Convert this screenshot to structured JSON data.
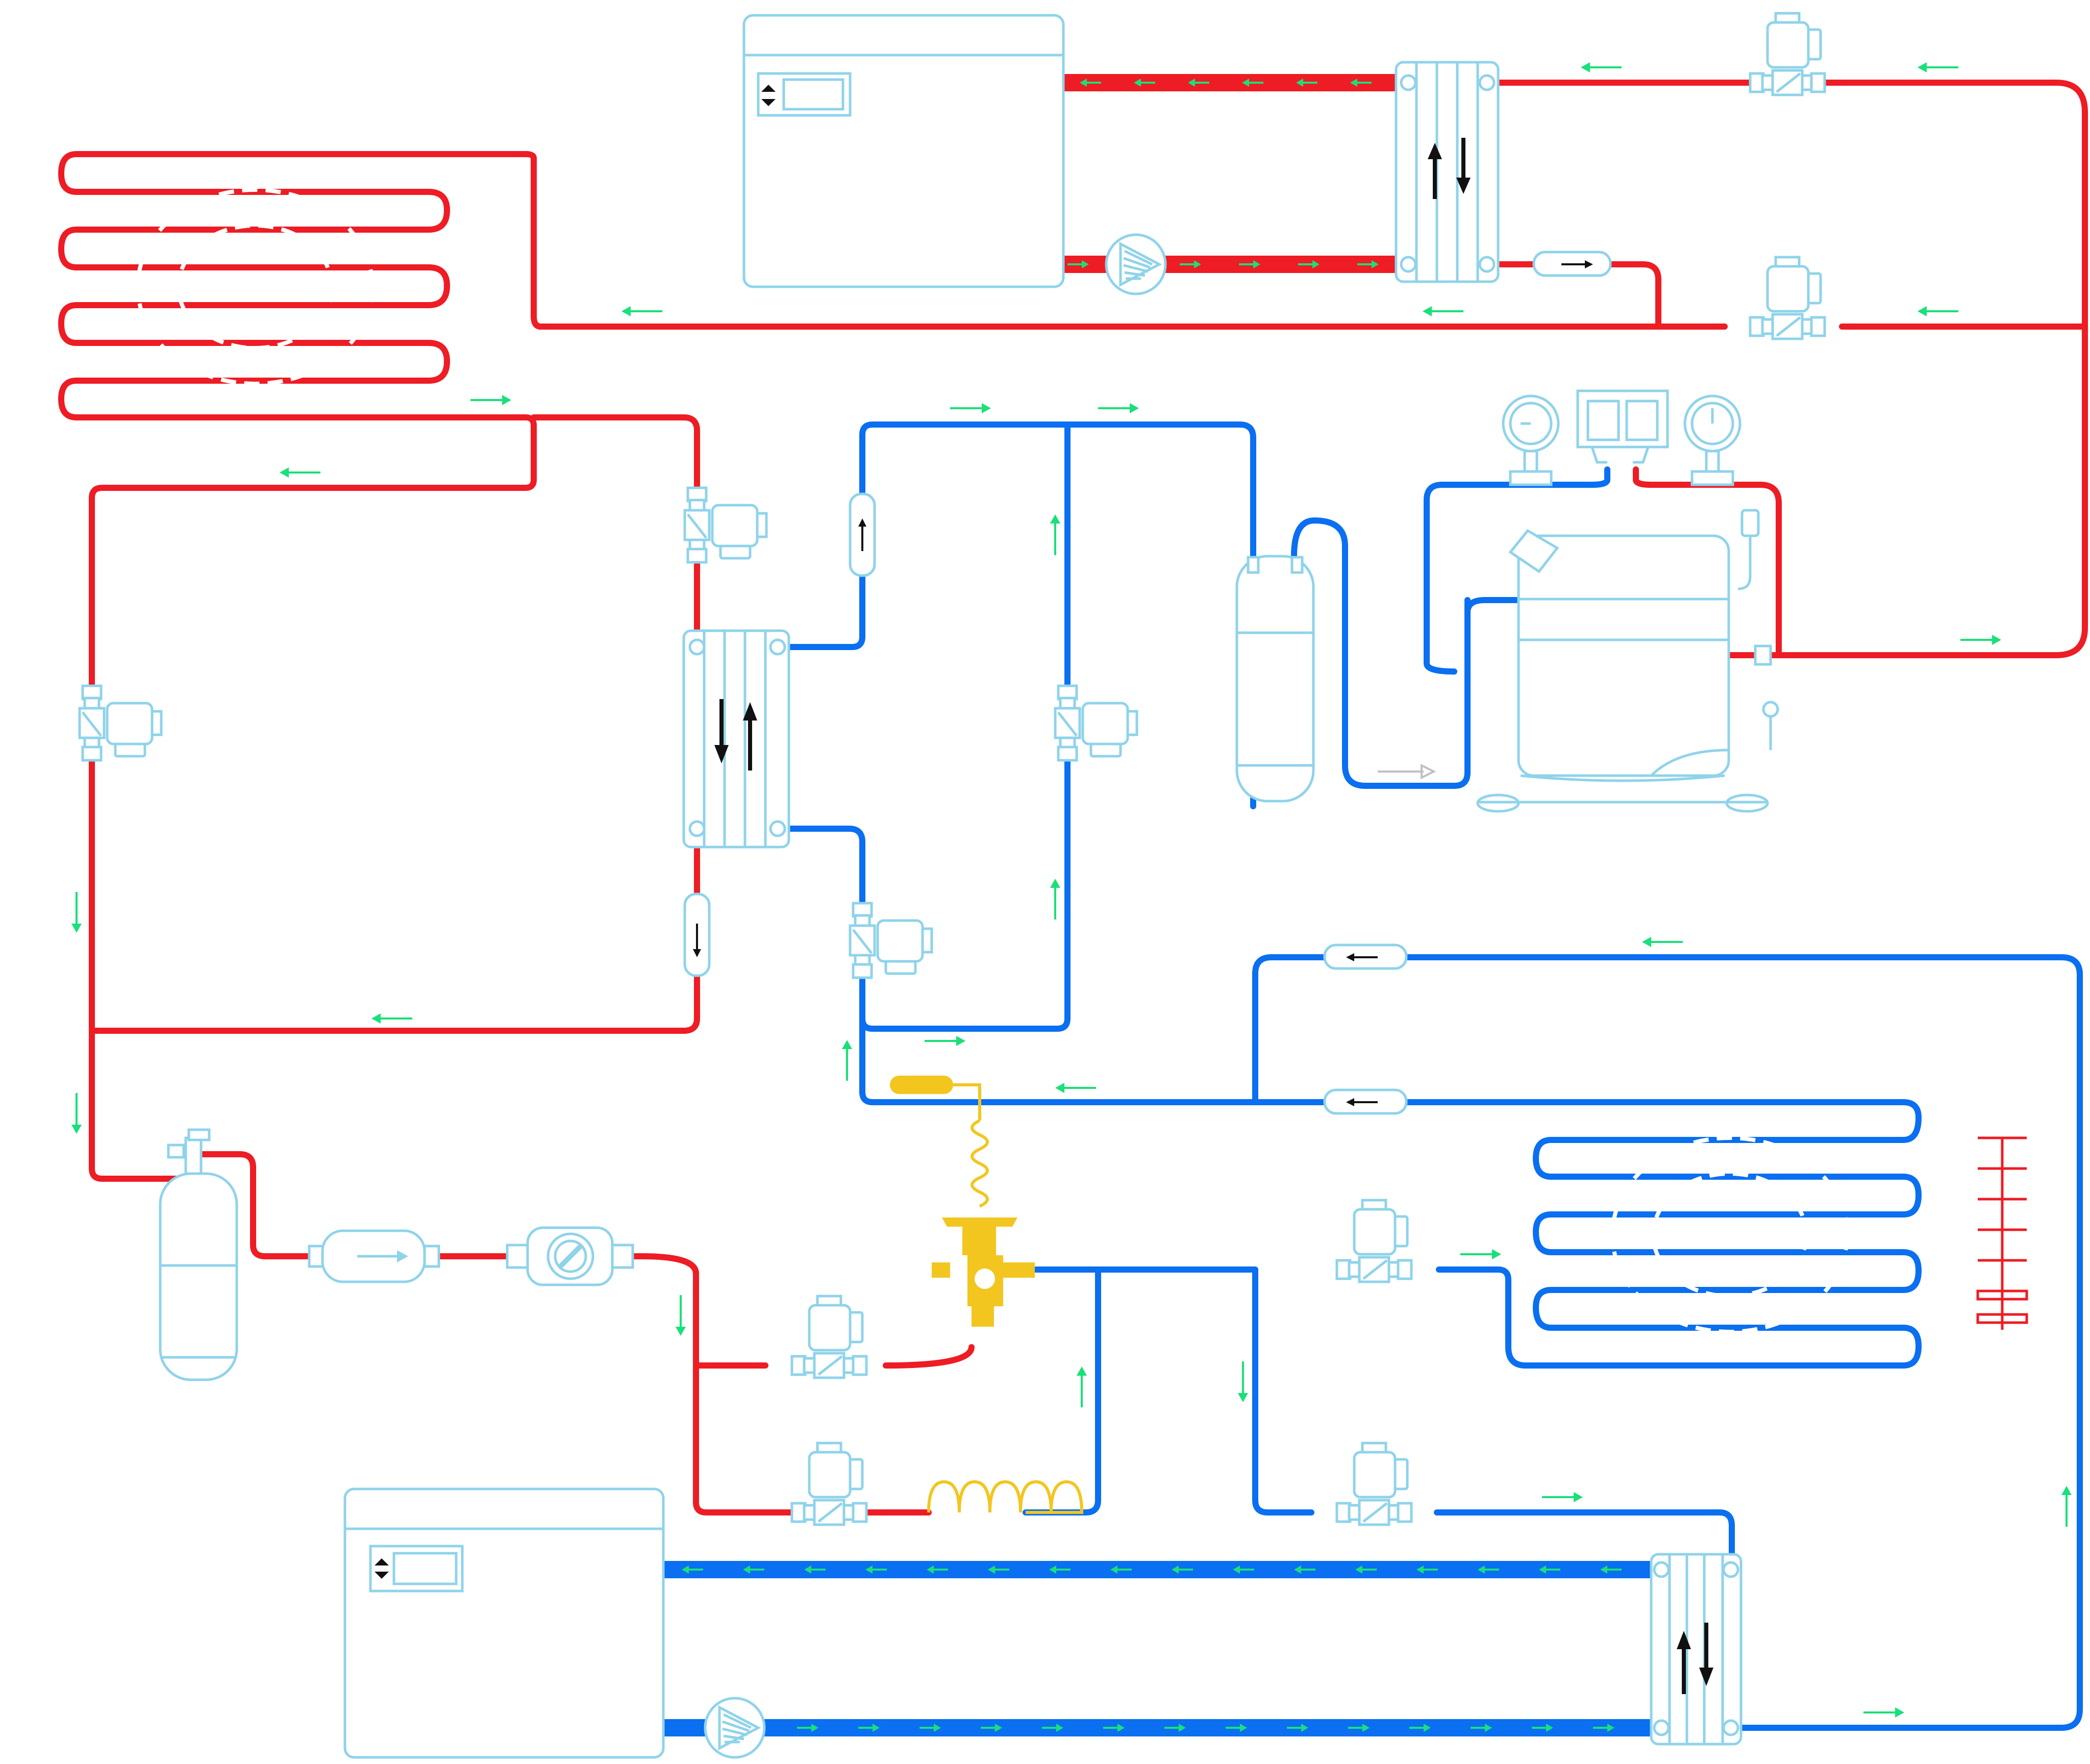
{
  "diagram": {
    "type": "refrigeration-hydronic-schematic",
    "colors": {
      "hot_line": "#ee1c24",
      "cold_line": "#0a6ff0",
      "component_outline": "#8fd3ea",
      "flow_arrow": "#19e07a",
      "expansion_valve": "#f2c61f"
    },
    "components": [
      "water-tank-top",
      "water-tank-bottom",
      "condenser-coil",
      "evaporator-coil",
      "compressor",
      "suction-accumulator",
      "liquid-receiver",
      "filter-drier",
      "sight-glass",
      "thermostatic-expansion-valve",
      "capillary-tube",
      "plate-heat-exchanger-top",
      "plate-heat-exchanger-middle",
      "plate-heat-exchanger-bottom",
      "circulation-pump-top",
      "circulation-pump-bottom",
      "pressure-gauge-low",
      "pressure-gauge-high",
      "pressure-switch",
      "solenoid-valve",
      "check-valve",
      "defrost-heater"
    ]
  }
}
